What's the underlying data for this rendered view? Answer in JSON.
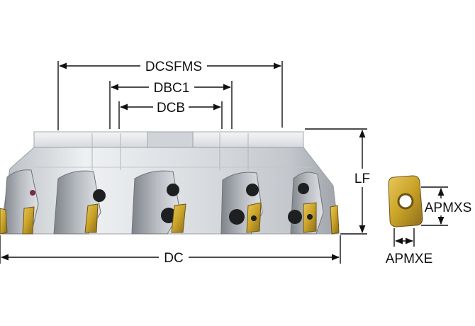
{
  "dimensions": {
    "dcsfms": "DCSFMS",
    "dbc1": "DBC1",
    "dcb": "DCB",
    "lf": "LF",
    "dc": "DC",
    "apmxs": "APMXS",
    "apmxe": "APMXE"
  },
  "colors": {
    "body_light": "#e9eaec",
    "body_mid": "#c9ccd0",
    "body_dark": "#8e9399",
    "insert_gold": "#c9a227",
    "insert_dark": "#6b5418",
    "screw": "#1e1f21",
    "line": "#111111"
  }
}
